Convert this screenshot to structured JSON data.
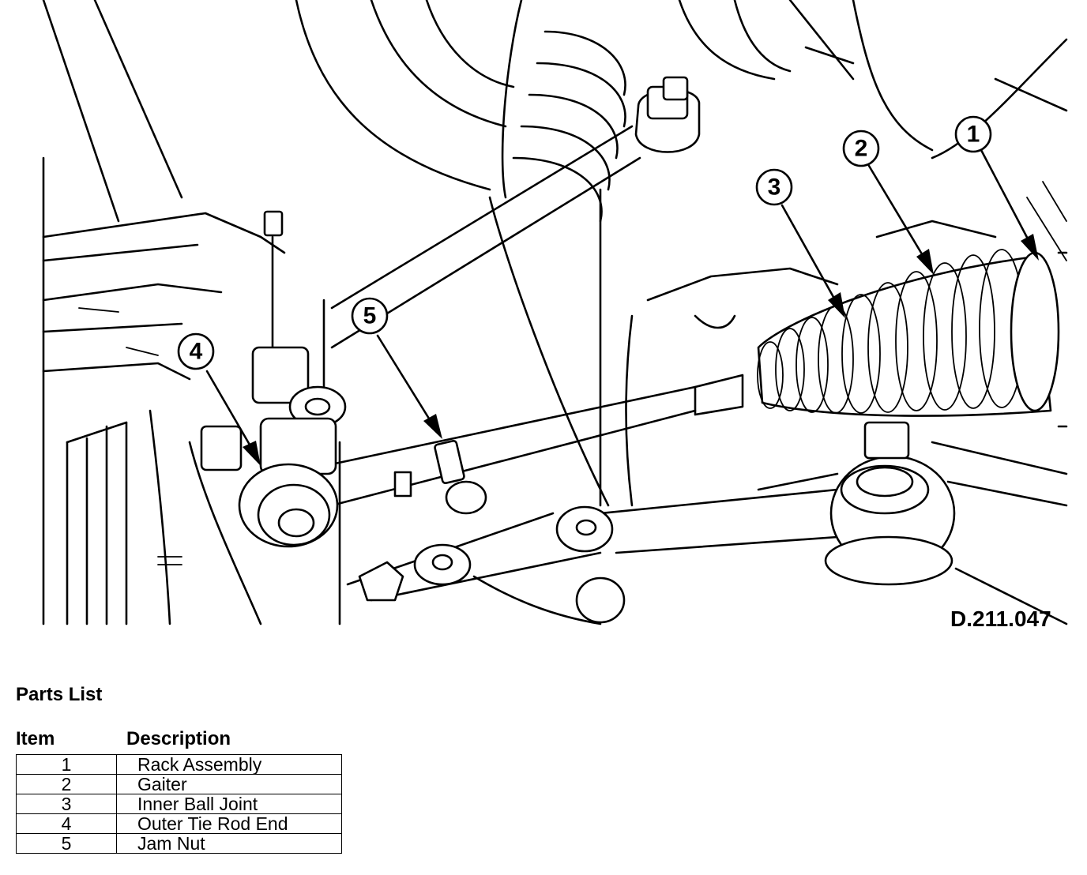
{
  "figure_ref": "D.211.047",
  "callouts": [
    "1",
    "2",
    "3",
    "4",
    "5"
  ],
  "parts_list": {
    "title": "Parts List",
    "headers": {
      "item": "Item",
      "description": "Description"
    },
    "rows": [
      {
        "item": "1",
        "description": "Rack Assembly"
      },
      {
        "item": "2",
        "description": "Gaiter"
      },
      {
        "item": "3",
        "description": "Inner Ball Joint"
      },
      {
        "item": "4",
        "description": "Outer Tie Rod End"
      },
      {
        "item": "5",
        "description": "Jam Nut"
      }
    ]
  }
}
